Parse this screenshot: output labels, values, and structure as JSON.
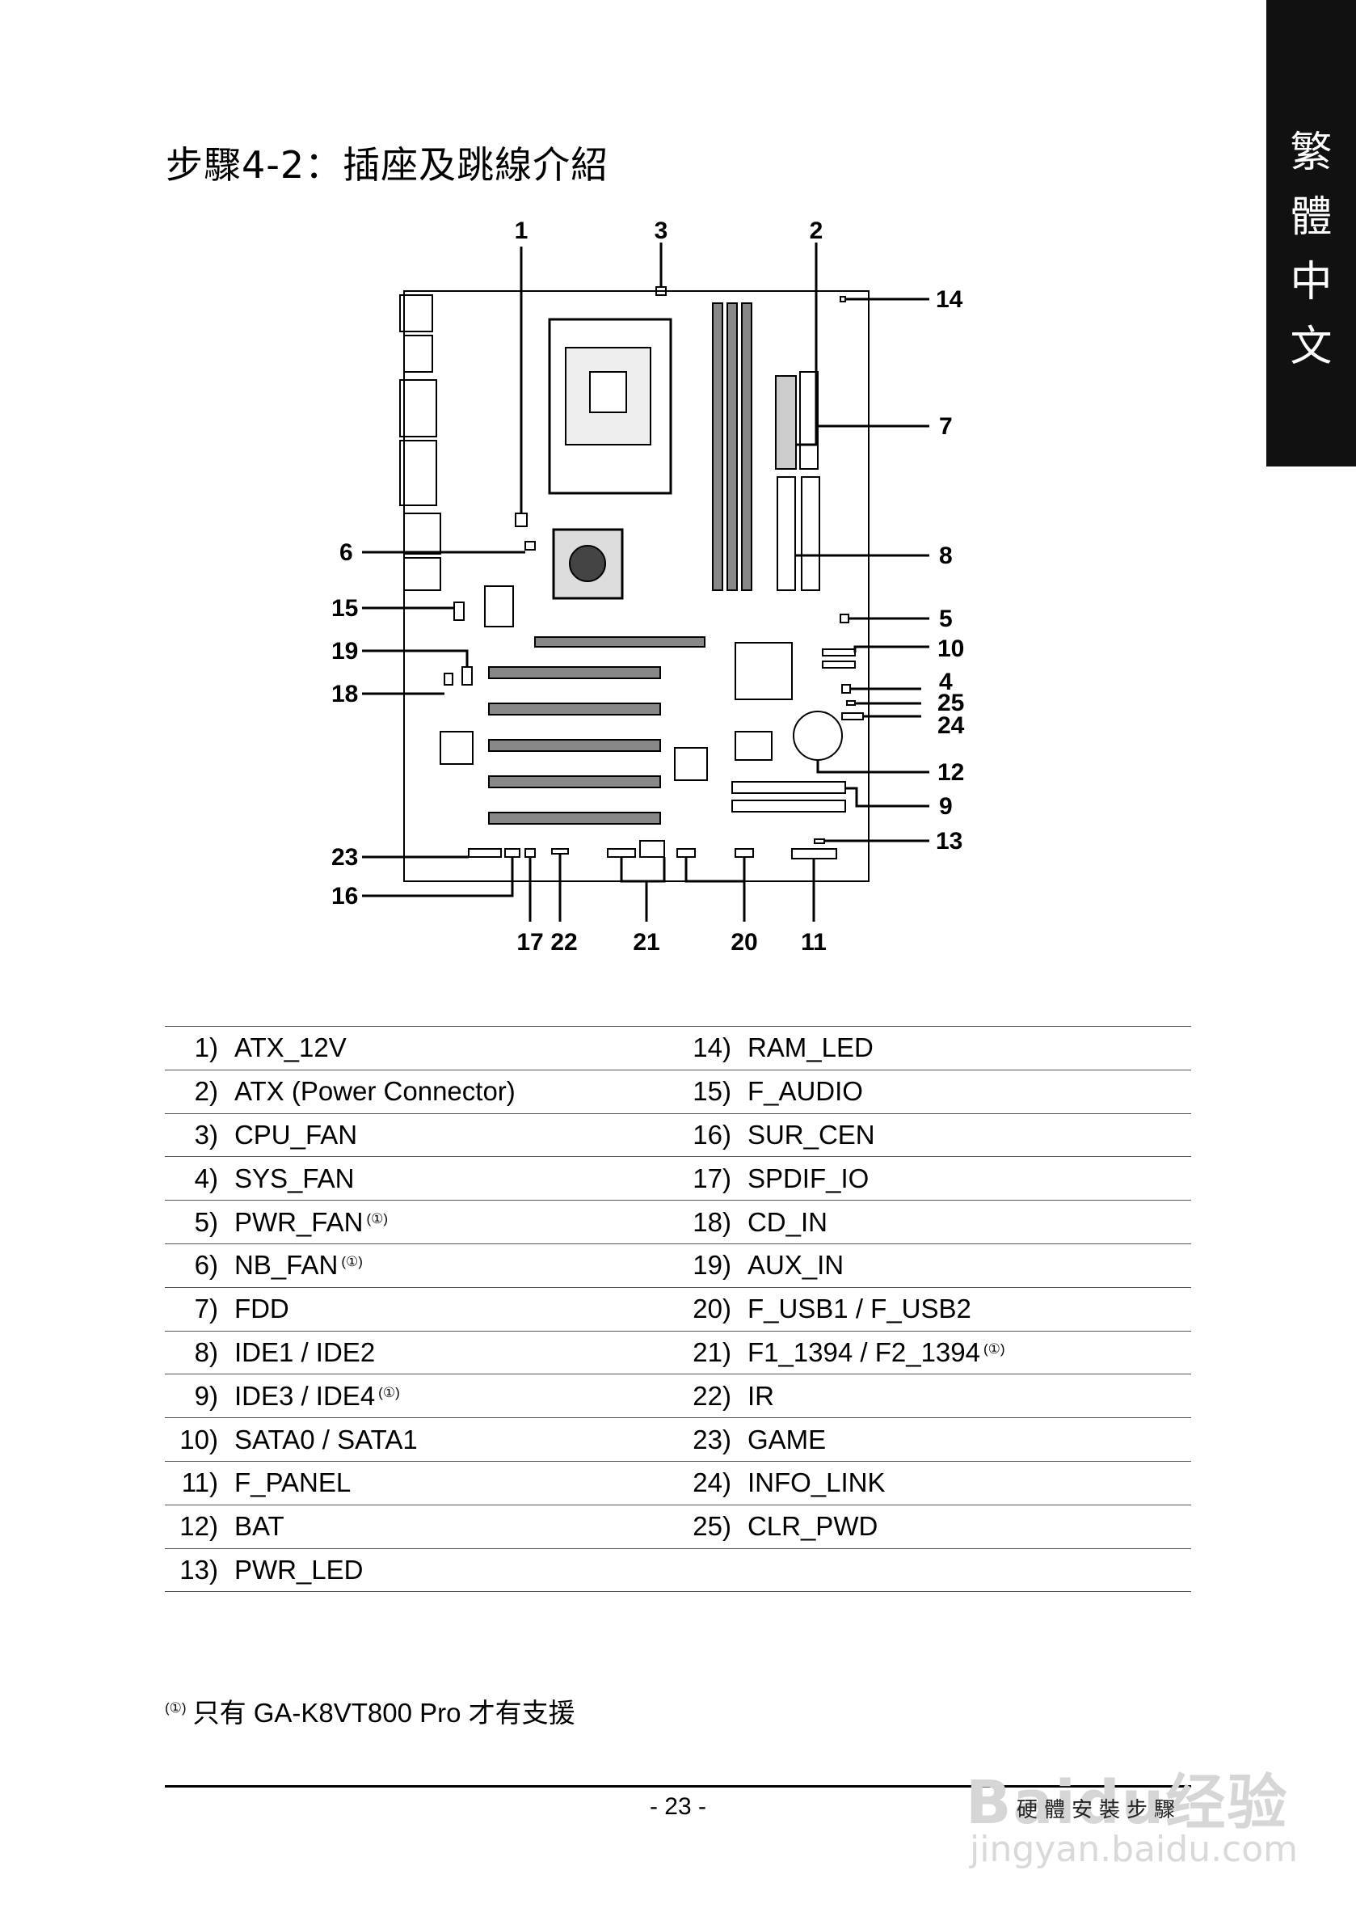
{
  "side_tab": {
    "chars": [
      "繁",
      "體",
      "中",
      "文"
    ]
  },
  "title": "步驟4-2：插座及跳線介紹",
  "callouts": [
    "1",
    "2",
    "3",
    "4",
    "5",
    "6",
    "7",
    "8",
    "9",
    "10",
    "11",
    "12",
    "13",
    "14",
    "15",
    "16",
    "17",
    "18",
    "19",
    "20",
    "21",
    "22",
    "23",
    "24",
    "25"
  ],
  "connectors_left": [
    {
      "num": "1)",
      "name": "ATX_12V",
      "note": ""
    },
    {
      "num": "2)",
      "name": "ATX (Power Connector)",
      "note": ""
    },
    {
      "num": "3)",
      "name": "CPU_FAN",
      "note": ""
    },
    {
      "num": "4)",
      "name": "SYS_FAN",
      "note": ""
    },
    {
      "num": "5)",
      "name": "PWR_FAN",
      "note": "(①)"
    },
    {
      "num": "6)",
      "name": "NB_FAN",
      "note": "(①)"
    },
    {
      "num": "7)",
      "name": "FDD",
      "note": ""
    },
    {
      "num": "8)",
      "name": "IDE1 / IDE2",
      "note": ""
    },
    {
      "num": "9)",
      "name": "IDE3 / IDE4",
      "note": "(①)"
    },
    {
      "num": "10)",
      "name": "SATA0 / SATA1",
      "note": ""
    },
    {
      "num": "11)",
      "name": "F_PANEL",
      "note": ""
    },
    {
      "num": "12)",
      "name": "BAT",
      "note": ""
    },
    {
      "num": "13)",
      "name": "PWR_LED",
      "note": ""
    }
  ],
  "connectors_right": [
    {
      "num": "14)",
      "name": "RAM_LED",
      "note": ""
    },
    {
      "num": "15)",
      "name": "F_AUDIO",
      "note": ""
    },
    {
      "num": "16)",
      "name": "SUR_CEN",
      "note": ""
    },
    {
      "num": "17)",
      "name": "SPDIF_IO",
      "note": ""
    },
    {
      "num": "18)",
      "name": "CD_IN",
      "note": ""
    },
    {
      "num": "19)",
      "name": "AUX_IN",
      "note": ""
    },
    {
      "num": "20)",
      "name": "F_USB1 / F_USB2",
      "note": ""
    },
    {
      "num": "21)",
      "name": "F1_1394 / F2_1394",
      "note": "(①)"
    },
    {
      "num": "22)",
      "name": "IR",
      "note": ""
    },
    {
      "num": "23)",
      "name": "GAME",
      "note": ""
    },
    {
      "num": "24)",
      "name": "INFO_LINK",
      "note": ""
    },
    {
      "num": "25)",
      "name": "CLR_PWD",
      "note": ""
    },
    {
      "num": "",
      "name": "",
      "note": ""
    }
  ],
  "footnote": {
    "mark": "(①)",
    "text": "只有 GA-K8VT800 Pro 才有支援"
  },
  "page_number": "- 23 -",
  "footer_right": "硬體安裝步驟",
  "watermark": {
    "logo": "Baidu经验",
    "url": "jingyan.baidu.com"
  }
}
